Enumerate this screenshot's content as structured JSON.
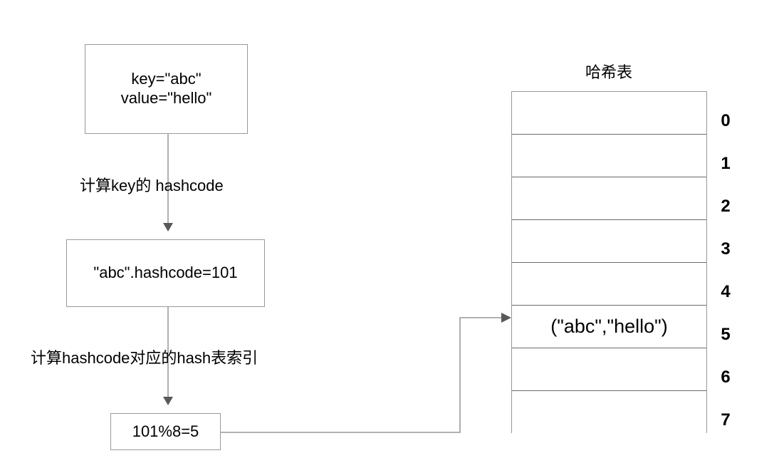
{
  "diagram": {
    "title_hidden": "",
    "colors": {
      "box_border": "#999999",
      "row_divider": "#6a6a6a",
      "connector": "#a6a6a6",
      "arrowhead": "#595959",
      "text": "#000000",
      "background": "#ffffff"
    },
    "nodes": {
      "input": {
        "line1": "key=\"abc\"",
        "line2": "value=\"hello\""
      },
      "hashcode": {
        "text": "\"abc\".hashcode=101"
      },
      "modulo": {
        "text": "101%8=5"
      }
    },
    "edge_labels": {
      "compute_hashcode": "计算key的 hashcode",
      "compute_index": "计算hashcode对应的hash表索引"
    },
    "hash_table": {
      "title": "哈希表",
      "bucket_count": 8,
      "indices": [
        "0",
        "1",
        "2",
        "3",
        "4",
        "5",
        "6",
        "7"
      ],
      "buckets": [
        {
          "index": "0",
          "value": ""
        },
        {
          "index": "1",
          "value": ""
        },
        {
          "index": "2",
          "value": ""
        },
        {
          "index": "3",
          "value": ""
        },
        {
          "index": "4",
          "value": ""
        },
        {
          "index": "5",
          "value": "(\"abc\",\"hello\")"
        },
        {
          "index": "6",
          "value": ""
        },
        {
          "index": "7",
          "value": ""
        }
      ]
    },
    "connectors": [
      {
        "name": "input-to-hashcode",
        "kind": "arrow-down"
      },
      {
        "name": "hashcode-to-modulo",
        "kind": "arrow-down"
      },
      {
        "name": "modulo-to-bucket-5",
        "kind": "elbow-arrow-right"
      }
    ]
  }
}
